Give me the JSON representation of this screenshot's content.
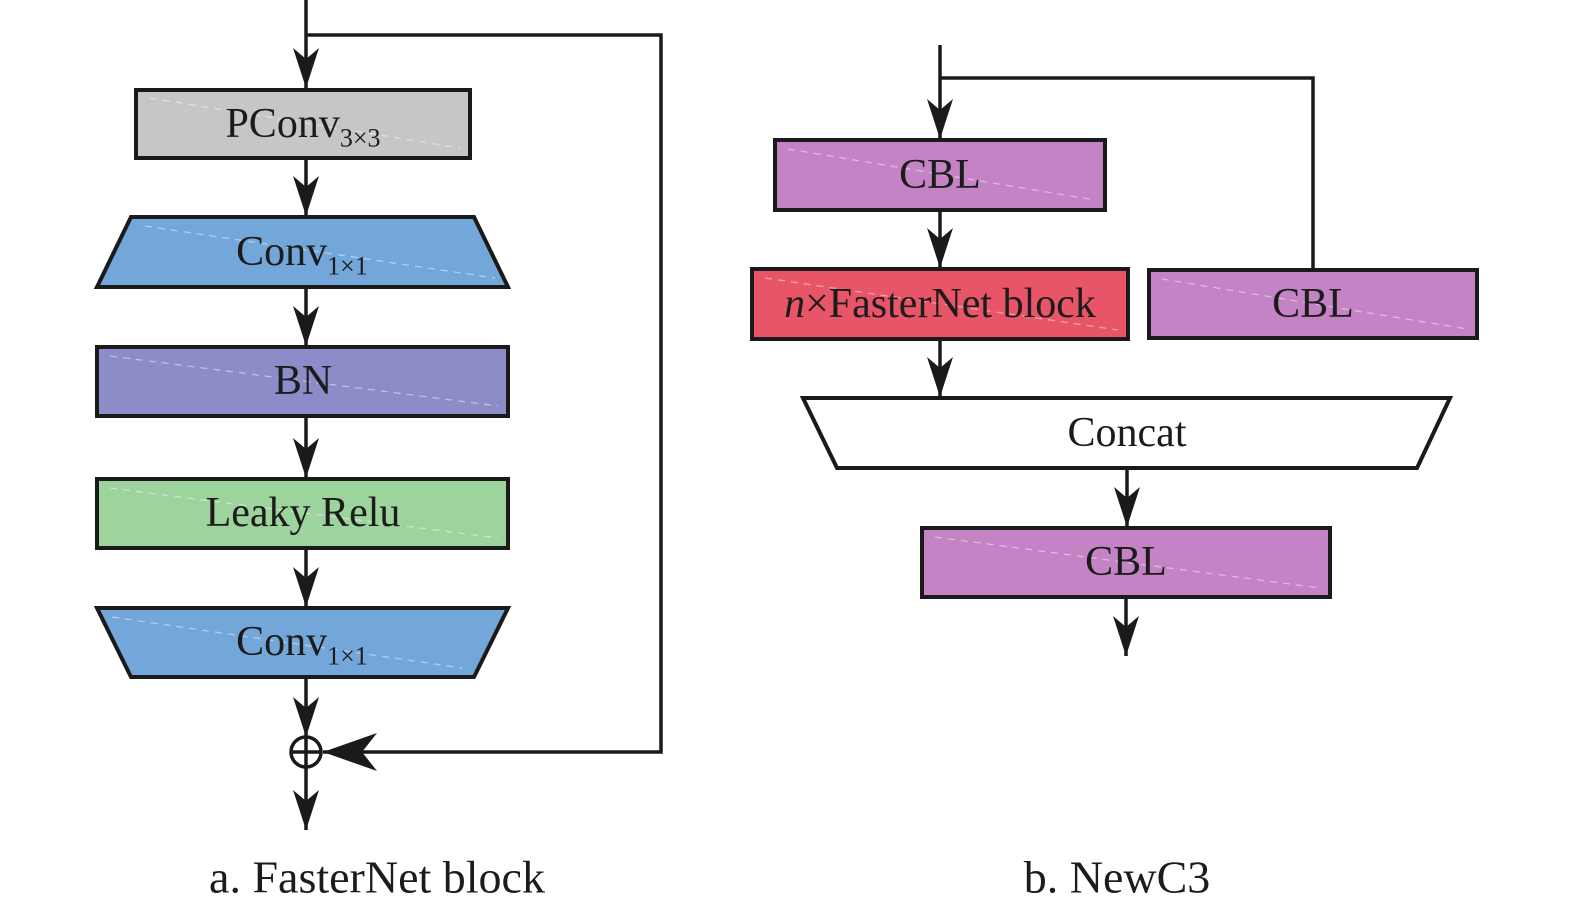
{
  "colors": {
    "gray": "#c6c6c6",
    "blue": "#74a7d9",
    "purple": "#8c8cc9",
    "green": "#9dd39d",
    "orchid": "#c383c4",
    "red": "#e85568",
    "white": "#ffffff",
    "line": "#1a1a1a"
  },
  "fasternet": {
    "caption": "a. FasterNet block",
    "pconv": {
      "text": "PConv",
      "sub": "3×3"
    },
    "conv_expand": {
      "text": "Conv",
      "sub": "1×1"
    },
    "bn": {
      "text": "BN"
    },
    "leaky": {
      "text": "Leaky Relu"
    },
    "conv_reduce": {
      "text": "Conv",
      "sub": "1×1"
    },
    "add_symbol": "⊕"
  },
  "newc3": {
    "caption": "b. NewC3",
    "cbl_top": "CBL",
    "stack": {
      "italic": "n",
      "text": "×FasterNet block"
    },
    "cbl_right": "CBL",
    "concat": "Concat",
    "cbl_bottom": "CBL"
  }
}
